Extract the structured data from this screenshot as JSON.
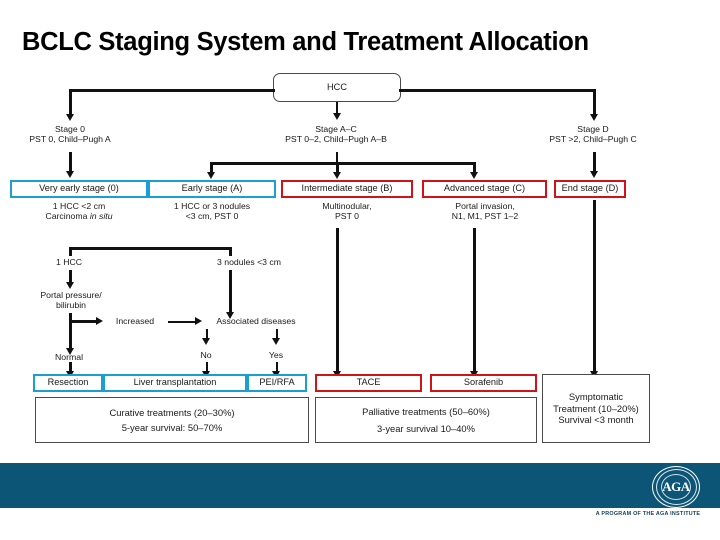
{
  "slide": {
    "title": "BCLC Staging System and Treatment Allocation",
    "accent_blue": "#1b9ed8",
    "accent_red": "#d11219",
    "footer_band_color": "#0d5577"
  },
  "diagram": {
    "root": {
      "label": "HCC"
    },
    "stage_groups": [
      {
        "id": "stage-0",
        "line1": "Stage 0",
        "line2": "PST 0, Child–Pugh A"
      },
      {
        "id": "stage-a-c",
        "line1": "Stage A–C",
        "line2": "PST 0–2, Child–Pugh A–B"
      },
      {
        "id": "stage-d",
        "line1": "Stage D",
        "line2": "PST >2, Child–Pugh C"
      }
    ],
    "stage_boxes": [
      {
        "id": "very-early-stage",
        "label": "Very early stage (0)",
        "color": "blue",
        "desc1": "1 HCC <2 cm",
        "desc2": "Carcinoma in situ",
        "desc2_italic_part": "in situ"
      },
      {
        "id": "early-stage",
        "label": "Early stage (A)",
        "color": "blue",
        "desc1": "1 HCC or 3 nodules",
        "desc2": "<3 cm, PST 0"
      },
      {
        "id": "intermediate-stage",
        "label": "Intermediate stage (B)",
        "color": "red",
        "desc1": "Multinodular,",
        "desc2": "PST 0"
      },
      {
        "id": "advanced-stage",
        "label": "Advanced stage (C)",
        "color": "red",
        "desc1": "Portal invasion,",
        "desc2": "N1, M1, PST 1–2"
      },
      {
        "id": "end-stage",
        "label": "End stage (D)",
        "color": "red",
        "desc1": "",
        "desc2": ""
      }
    ],
    "decision_nodes": [
      {
        "id": "one-hcc",
        "label": "1 HCC"
      },
      {
        "id": "three-nodules",
        "label": "3 nodules <3 cm"
      },
      {
        "id": "portal-pressure",
        "label_line1": "Portal pressure/",
        "label_line2": "bilirubin"
      },
      {
        "id": "increased",
        "label": "Increased"
      },
      {
        "id": "associated-diseases",
        "label": "Associated diseases"
      },
      {
        "id": "normal",
        "label": "Normal"
      },
      {
        "id": "no",
        "label": "No"
      },
      {
        "id": "yes",
        "label": "Yes"
      }
    ],
    "treatment_boxes": [
      {
        "id": "resection",
        "label": "Resection",
        "color": "blue"
      },
      {
        "id": "liver-transplantation",
        "label": "Liver transplantation",
        "color": "blue"
      },
      {
        "id": "pei-rfa",
        "label": "PEI/RFA",
        "color": "blue"
      },
      {
        "id": "tace",
        "label": "TACE",
        "color": "red"
      },
      {
        "id": "sorafenib",
        "label": "Sorafenib",
        "color": "red"
      }
    ],
    "outcome_boxes": [
      {
        "id": "curative",
        "line1": "Curative treatments (20–30%)",
        "line2": "5-year survival: 50–70%",
        "line3": ""
      },
      {
        "id": "palliative",
        "line1": "Palliative treatments (50–60%)",
        "line2": "3-year survival 10–40%",
        "line3": ""
      },
      {
        "id": "symptomatic",
        "line1": "Symptomatic",
        "line2": "Treatment (10–20%)",
        "line3": "Survival <3 month"
      }
    ]
  },
  "footer": {
    "logo_mark": "AGA",
    "caption": "A PROGRAM OF THE AGA INSTITUTE"
  }
}
